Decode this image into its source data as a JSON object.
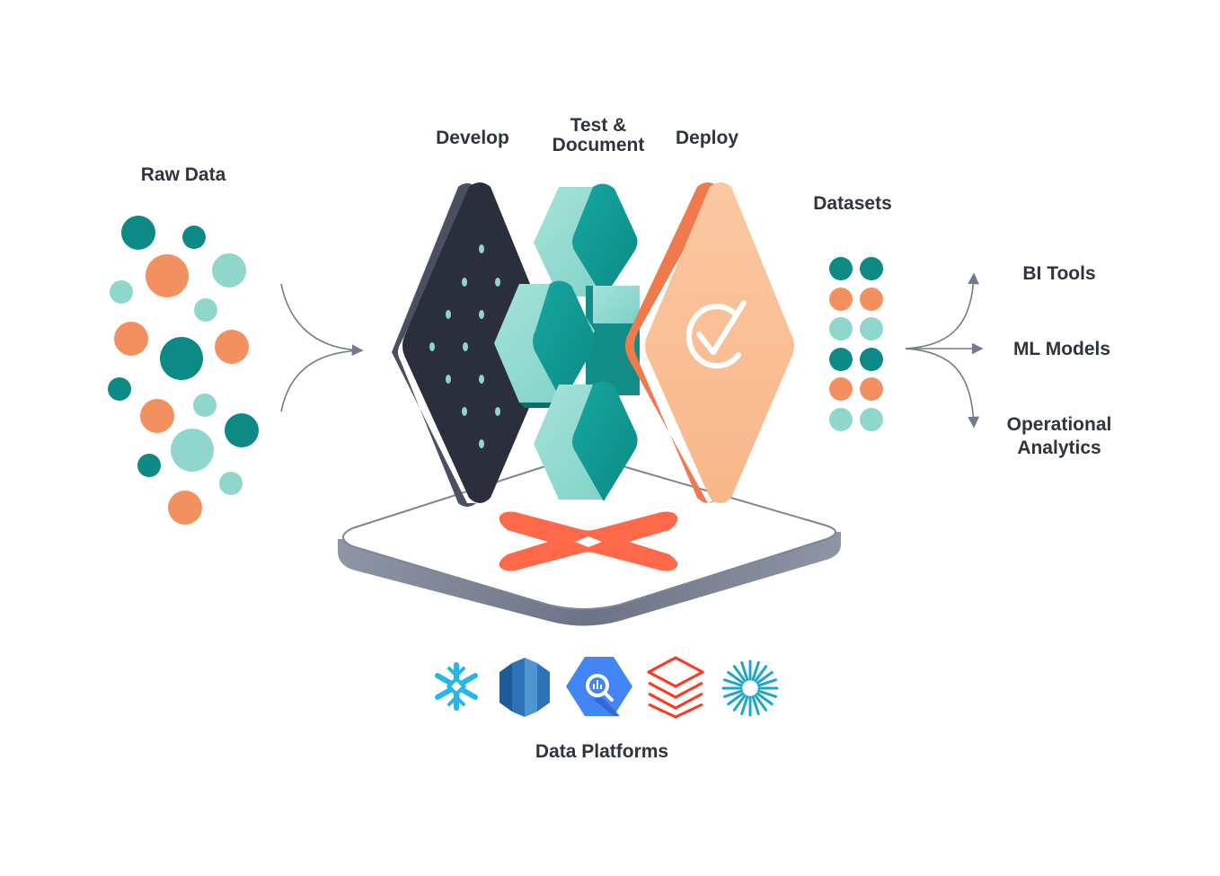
{
  "labels": {
    "raw_data": "Raw Data",
    "develop": "Develop",
    "test_line1": "Test &",
    "test_line2": "Document",
    "deploy": "Deploy",
    "datasets": "Datasets",
    "bi_tools": "BI Tools",
    "ml_models": "ML Models",
    "operational_line1": "Operational",
    "operational_line2": "Analytics",
    "data_platforms": "Data Platforms"
  },
  "colors": {
    "teal_dark": "#0e8a86",
    "teal_mid": "#14a59d",
    "teal_light": "#8fd6cc",
    "orange": "#f3905f",
    "orange_light": "#f9bf95",
    "navy": "#2b2f3d",
    "dbt_red": "#ff694a",
    "text": "#30343f",
    "arrow": "#6f7a8c"
  },
  "data_platforms": [
    {
      "name": "snowflake",
      "icon": "snowflake-icon",
      "color": "#29b5e8"
    },
    {
      "name": "redshift",
      "icon": "redshift-icon",
      "color": "#2e73b8"
    },
    {
      "name": "bigquery",
      "icon": "bigquery-icon",
      "color": "#4285f4"
    },
    {
      "name": "databricks",
      "icon": "databricks-icon",
      "color": "#ff3621"
    },
    {
      "name": "starburst",
      "icon": "starburst-icon",
      "color": "#1fa5c7"
    }
  ]
}
